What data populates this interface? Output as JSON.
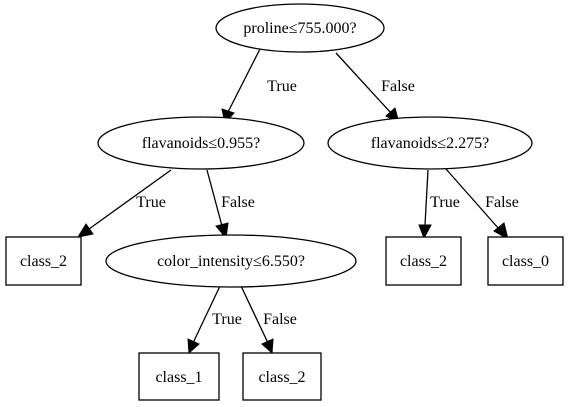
{
  "diagram": {
    "nodes": {
      "root": "proline≤755.000?",
      "left_split": "flavanoids≤0.955?",
      "right_split": "flavanoids≤2.275?",
      "color_split": "color_intensity≤6.550?",
      "leaf_left_class2": "class_2",
      "leaf_class1": "class_1",
      "leaf_color_class2": "class_2",
      "leaf_right_class2": "class_2",
      "leaf_class0": "class_0"
    },
    "edges": {
      "root_true": "True",
      "root_false": "False",
      "left_true": "True",
      "left_false": "False",
      "right_true": "True",
      "right_false": "False",
      "color_true": "True",
      "color_false": "False"
    }
  }
}
